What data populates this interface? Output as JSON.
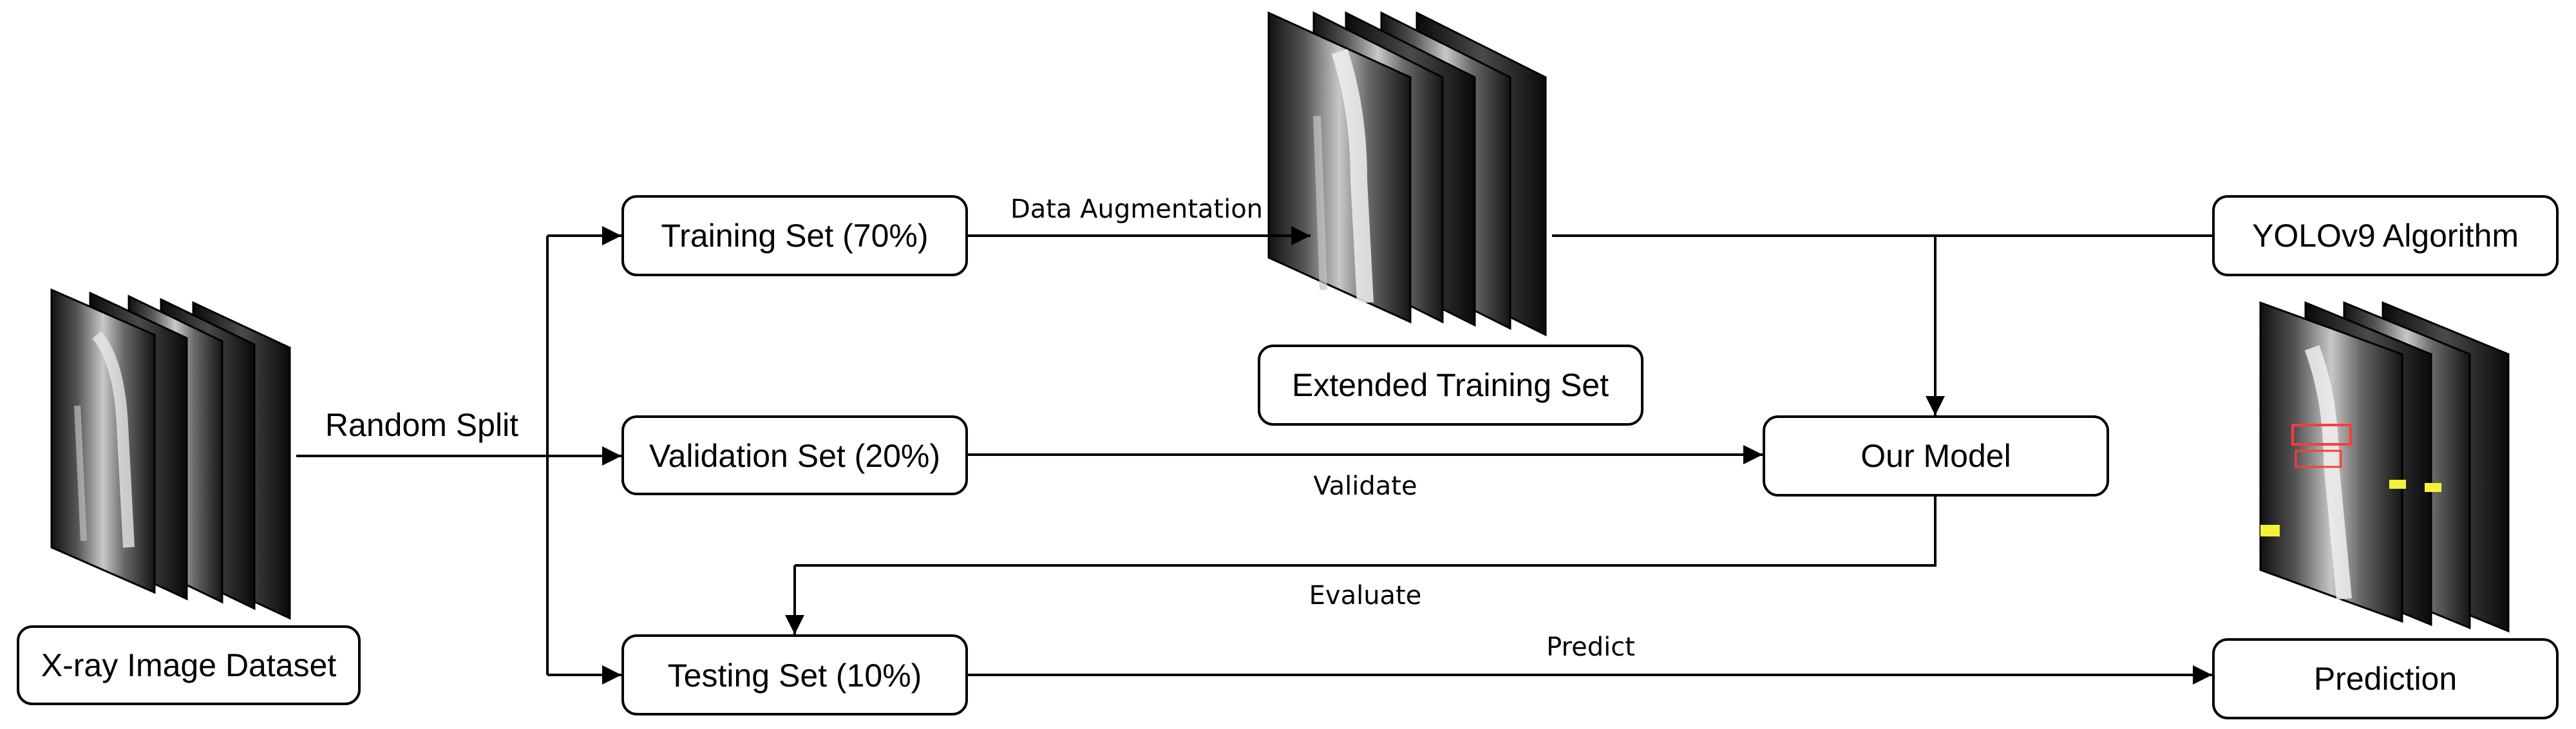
{
  "nodes": {
    "dataset": "X-ray Image Dataset",
    "training": "Training Set (70%)",
    "validation": "Validation Set (20%)",
    "testing": "Testing Set (10%)",
    "extended": "Extended Training Set",
    "yolo": "YOLOv9 Algorithm",
    "model": "Our Model",
    "prediction": "Prediction"
  },
  "edges": {
    "random_split": "Random Split",
    "data_augmentation": "Data Augmentation",
    "validate": "Validate",
    "evaluate": "Evaluate",
    "predict": "Predict"
  },
  "images": [
    {
      "name": "dataset-xray-stack",
      "depicts": "stack of wrist x-ray images"
    },
    {
      "name": "extended-xray-stack",
      "depicts": "stack of wrist x-ray images"
    },
    {
      "name": "prediction-xray-stack",
      "depicts": "stack of wrist x-ray images with detection boxes"
    }
  ]
}
